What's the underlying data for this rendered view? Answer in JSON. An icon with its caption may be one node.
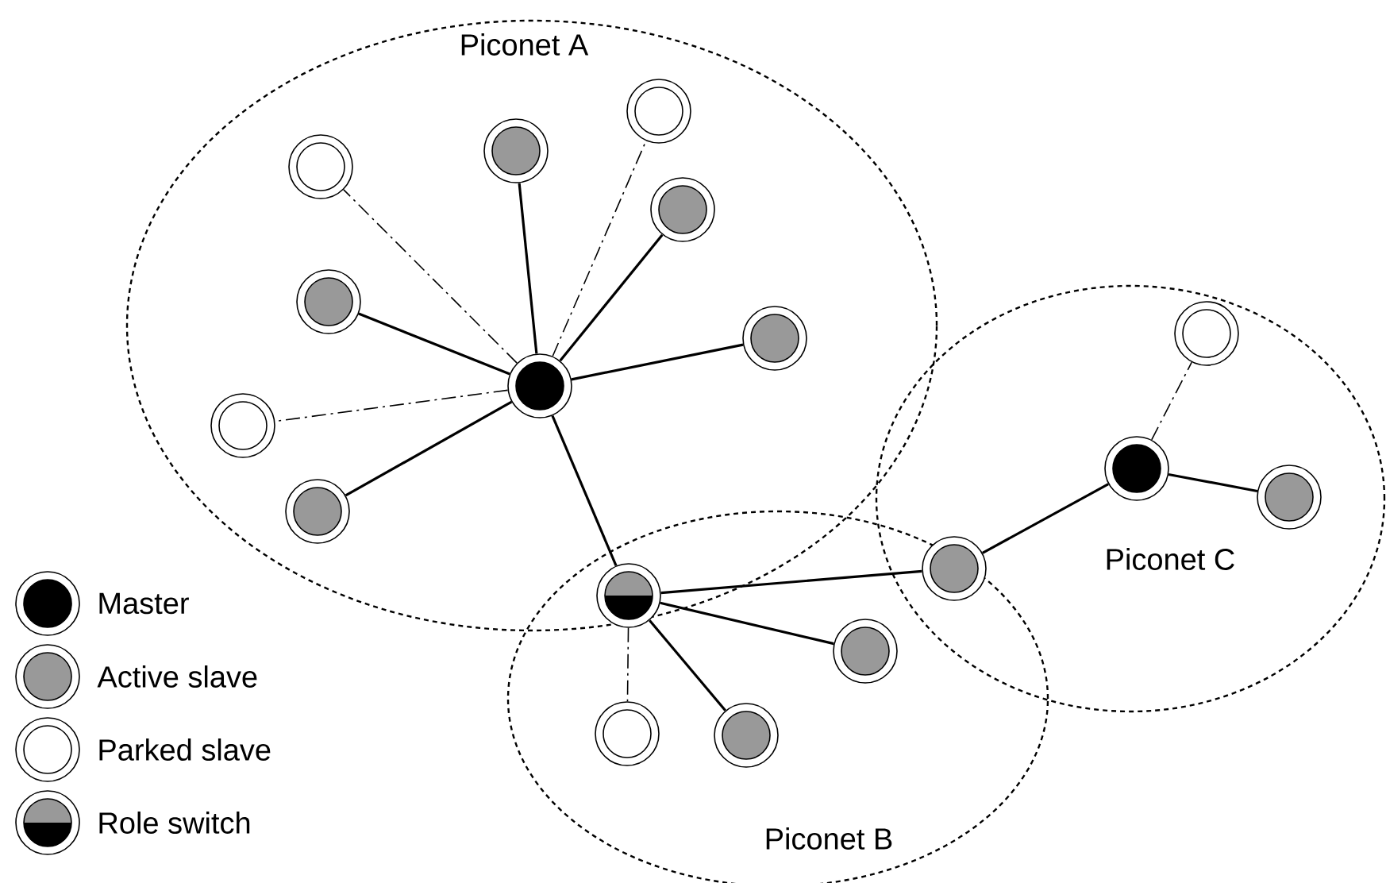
{
  "diagram": {
    "nodes": [
      {
        "text": [
          "Piconet A"
        ]
      },
      {
        "text": [],
        "shape": "circle",
        "in": 0
      },
      {
        "text": [],
        "shape": "circle",
        "in": 0
      },
      {
        "text": [],
        "shape": "circle",
        "in": 0
      },
      {
        "text": [],
        "shape": "circle",
        "in": 0
      },
      {
        "text": [],
        "shape": "circle",
        "in": 0
      },
      {
        "text": [],
        "shape": "circle",
        "in": 0
      },
      {
        "text": [],
        "shape": "circle",
        "in": 0
      },
      {
        "text": [],
        "shape": "circle",
        "in": 0
      },
      {
        "text": [],
        "shape": "circle",
        "in": 0
      },
      {
        "text": [],
        "shape": "circle"
      },
      {
        "text": [
          "Piconet B"
        ]
      },
      {
        "text": [],
        "shape": "circle",
        "in": 11
      },
      {
        "text": [],
        "shape": "circle",
        "in": 11
      },
      {
        "text": [],
        "shape": "circle",
        "in": 11
      },
      {
        "text": [
          "Piconet C"
        ]
      },
      {
        "text": [],
        "shape": "circle",
        "in": 15
      },
      {
        "text": [],
        "shape": "circle",
        "in": 15
      },
      {
        "text": [],
        "shape": "circle",
        "in": 15
      },
      {
        "text": [],
        "shape": "circle"
      }
    ],
    "edges": [
      {
        "from": 7,
        "to": 1,
        "arrow": "none",
        "style": "dashed"
      },
      {
        "from": 7,
        "to": 2,
        "arrow": "none"
      },
      {
        "from": 7,
        "to": 3,
        "arrow": "none",
        "style": "dashed"
      },
      {
        "from": 7,
        "to": 4,
        "arrow": "none"
      },
      {
        "from": 7,
        "to": 5,
        "arrow": "none"
      },
      {
        "from": 7,
        "to": 6,
        "arrow": "none"
      },
      {
        "from": 7,
        "to": 8,
        "arrow": "none",
        "style": "dashed"
      },
      {
        "from": 7,
        "to": 9,
        "arrow": "none"
      },
      {
        "from": 7,
        "to": 10,
        "arrow": "none"
      },
      {
        "from": 10,
        "to": 19,
        "arrow": "none"
      },
      {
        "from": 10,
        "to": 12,
        "arrow": "none"
      },
      {
        "from": 10,
        "to": 13,
        "arrow": "none"
      },
      {
        "from": 10,
        "to": 14,
        "arrow": "none",
        "style": "dashed"
      },
      {
        "from": 17,
        "to": 19,
        "arrow": "none"
      },
      {
        "from": 17,
        "to": 16,
        "arrow": "none",
        "style": "dashed"
      },
      {
        "from": 17,
        "to": 18,
        "arrow": "none"
      }
    ],
    "legend": [
      {
        "text": "Master"
      },
      {
        "text": "Active slave"
      },
      {
        "text": "Parked slave"
      },
      {
        "text": "Role switch"
      }
    ]
  }
}
